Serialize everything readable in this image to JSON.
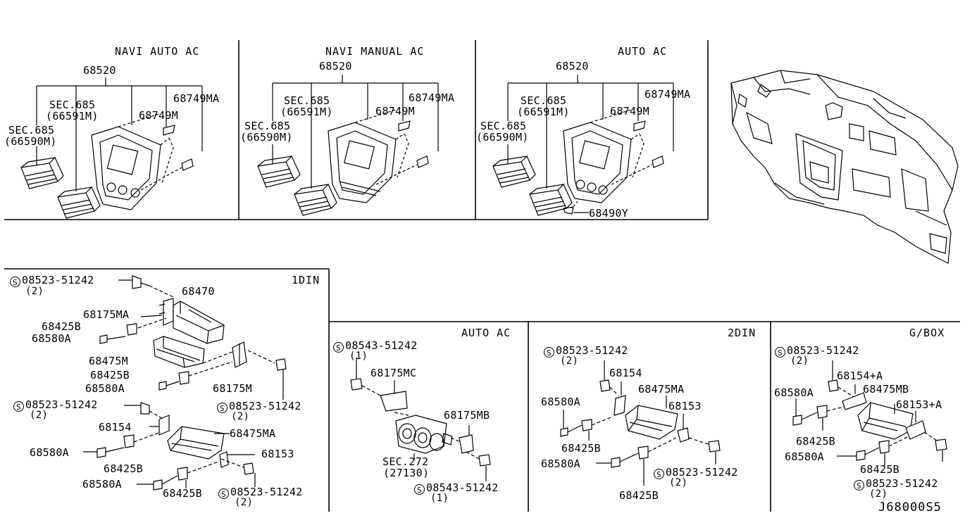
{
  "panels": {
    "navi_auto_ac": {
      "title": "NAVI AUTO AC",
      "part_main": "68520",
      "sec_a": "SEC.685",
      "sec_a_ref": "(66591M)",
      "sec_b": "SEC.685",
      "sec_b_ref": "(66590M)",
      "p_68749m": "68749M",
      "p_68749ma": "68749MA"
    },
    "navi_manual_ac": {
      "title": "NAVI MANUAL AC",
      "part_main": "68520",
      "sec_a": "SEC.685",
      "sec_a_ref": "(66591M)",
      "sec_b": "SEC.685",
      "sec_b_ref": "(66590M)",
      "p_68749m": "68749M",
      "p_68749ma": "68749MA"
    },
    "auto_ac_top": {
      "title": "AUTO AC",
      "part_main": "68520",
      "sec_a": "SEC.685",
      "sec_a_ref": "(66591M)",
      "sec_b": "SEC.685",
      "sec_b_ref": "(66590M)",
      "p_68749m": "68749M",
      "p_68749ma": "68749MA",
      "p_68490y": "68490Y"
    },
    "din1": {
      "title": "1DIN",
      "bolt_top": "08523-51242",
      "bolt_top_qty": "(2)",
      "p_68470": "68470",
      "p_68175ma": "68175MA",
      "p_68425b_a": "68425B",
      "p_68580a_a": "68580A",
      "p_68475m": "68475M",
      "p_68425b_b": "68425B",
      "p_68580a_b": "68580A",
      "p_68175m": "68175M",
      "bolt_right": "08523-51242",
      "bolt_right_qty": "(2)",
      "bolt_mid": "08523-51242",
      "bolt_mid_qty": "(2)",
      "p_68154": "68154",
      "p_68475ma": "68475MA",
      "p_68580a_c": "68580A",
      "p_68153": "68153",
      "p_68425b_c": "68425B",
      "p_68580a_d": "68580A",
      "p_68425b_d": "68425B",
      "bolt_bottom": "08523-51242",
      "bolt_bottom_qty": "(2)"
    },
    "auto_ac_bottom": {
      "title": "AUTO AC",
      "bolt_top": "08543-51242",
      "bolt_top_qty": "(1)",
      "p_68175mc": "68175MC",
      "p_68175mb": "68175MB",
      "sec": "SEC.272",
      "sec_ref": "(27130)",
      "bolt_bottom": "08543-51242",
      "bolt_bottom_qty": "(1)"
    },
    "din2": {
      "title": "2DIN",
      "bolt_top": "08523-51242",
      "bolt_top_qty": "(2)",
      "p_68154": "68154",
      "p_68475ma": "68475MA",
      "p_68580a_a": "68580A",
      "p_68153": "68153",
      "p_68425b_a": "68425B",
      "p_68580a_b": "68580A",
      "bolt_bottom": "08523-51242",
      "bolt_bottom_qty": "(2)",
      "p_68425b_b": "68425B"
    },
    "gbox": {
      "title": "G/BOX",
      "bolt_top": "08523-51242",
      "bolt_top_qty": "(2)",
      "p_68154a": "68154+A",
      "p_68580a_a": "68580A",
      "p_68475mb": "68475MB",
      "p_68153a": "68153+A",
      "p_68425b_a": "68425B",
      "p_68580a_b": "68580A",
      "p_68425b_b": "68425B",
      "bolt_bottom": "08523-51242",
      "bolt_bottom_qty": "(2)"
    }
  },
  "bolt_symbol": "S",
  "diagram_code": "J68000S5"
}
